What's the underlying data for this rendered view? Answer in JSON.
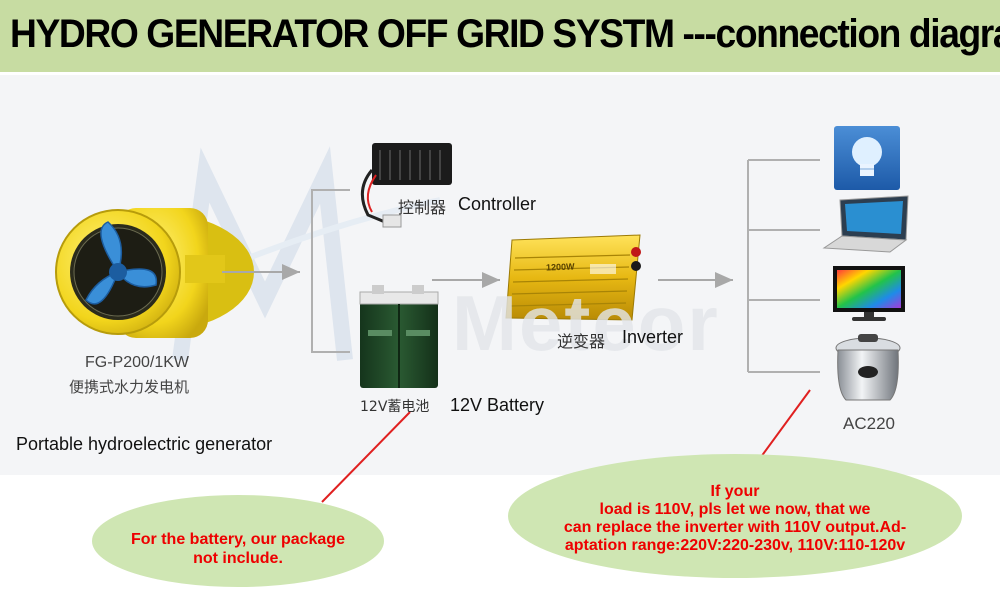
{
  "title": "HYDRO GENERATOR OFF GRID SYSTM ---connection diagram",
  "watermark": "Meteor",
  "generator": {
    "model": "FG-P200/1KW",
    "name_cn": "便携式水力发电机",
    "name_en": "Portable hydroelectric generator"
  },
  "controller": {
    "name_cn": "控制器",
    "name_en": "Controller"
  },
  "battery": {
    "name_cn": "12V蓄电池",
    "name_en": "12V Battery"
  },
  "inverter": {
    "name_cn": "逆变器",
    "name_en": "Inverter",
    "rating": "1200W"
  },
  "output": {
    "label": "AC220"
  },
  "battery_note": {
    "line1": "For the battery, our package",
    "line2": "not include."
  },
  "voltage_note": {
    "line1": "If your",
    "line2": "load is 110V, pls let we now, that we",
    "line3": "can replace the inverter with 110V output.Ad-",
    "line4": "aptation range:220V:220-230v, 110V:110-120v"
  },
  "colors": {
    "title_bg": "#c7dca2",
    "note_bg": "#cfe6b3",
    "note_text": "#ee0000",
    "pointer": "#e02020",
    "connector": "#b0b0b0"
  },
  "icons": [
    "generator-icon",
    "controller-icon",
    "battery-icon",
    "inverter-icon",
    "light-bulb-icon",
    "laptop-icon",
    "monitor-icon",
    "rice-cooker-icon"
  ]
}
